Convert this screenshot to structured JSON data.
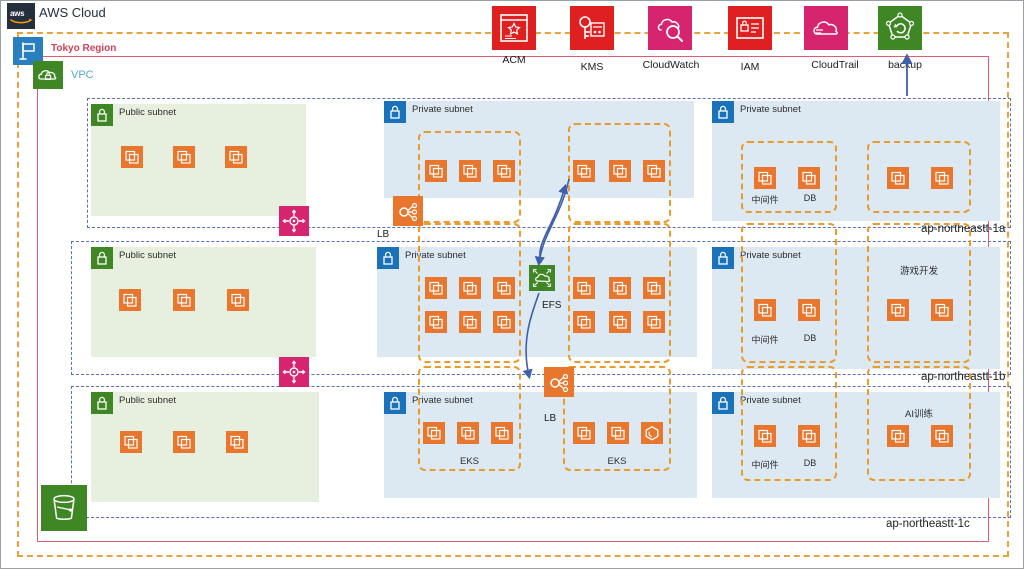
{
  "header": {
    "logo_alt": "aws",
    "title": "AWS Cloud"
  },
  "region": {
    "label": "Tokyo Region",
    "icon": "region-flag-icon",
    "vpc_label": "VPC",
    "vpc_icon": "vpc-cloud-icon"
  },
  "services": [
    {
      "name": "ACM",
      "icon": "acm-certificate-icon",
      "color": "#e02020"
    },
    {
      "name": "KMS",
      "icon": "kms-key-icon",
      "color": "#e02020"
    },
    {
      "name": "CloudWatch",
      "icon": "cloudwatch-icon",
      "color": "#d6246e"
    },
    {
      "name": "IAM",
      "icon": "iam-lock-icon",
      "color": "#e02020"
    },
    {
      "name": "CloudTrail",
      "icon": "cloudtrail-icon",
      "color": "#d6246e"
    },
    {
      "name": "backup",
      "icon": "backup-icon",
      "color": "#3f8624"
    }
  ],
  "availability_zones": [
    {
      "id": "az-a",
      "label": "ap-northeastt-1a"
    },
    {
      "id": "az-b",
      "label": "ap-northeastt-1b"
    },
    {
      "id": "az-c",
      "label": "ap-northeastt-1c"
    }
  ],
  "subnets": {
    "public_label": "Public subnet",
    "private_label": "Private subnet"
  },
  "rows": [
    {
      "az": "ap-northeastt-1a",
      "public": {
        "label": "Public subnet",
        "instances": 3
      },
      "private_mid": {
        "label": "Private subnet",
        "groups": [
          {
            "label": "",
            "instances": 3
          },
          {
            "label": "",
            "instances": 3
          }
        ]
      },
      "private_right": {
        "label": "Private subnet",
        "groups": [
          {
            "label": "",
            "instances": 2,
            "captions": [
              "中间件",
              "DB"
            ]
          },
          {
            "label": "",
            "instances": 2,
            "captions": [
              "",
              ""
            ]
          }
        ]
      }
    },
    {
      "az": "ap-northeastt-1b",
      "public": {
        "label": "Public subnet",
        "instances": 3
      },
      "private_mid": {
        "label": "Private subnet",
        "groups": [
          {
            "label": "",
            "instances": 6
          },
          {
            "label": "",
            "instances": 6
          }
        ]
      },
      "private_right": {
        "label": "Private subnet",
        "groups": [
          {
            "label": "",
            "instances": 2,
            "captions": [
              "中间件",
              "DB"
            ]
          },
          {
            "label": "游戏开发",
            "instances": 2,
            "captions": [
              "",
              ""
            ]
          }
        ]
      }
    },
    {
      "az": "ap-northeastt-1c",
      "public": {
        "label": "Public subnet",
        "instances": 3
      },
      "private_mid": {
        "label": "Private subnet",
        "groups": [
          {
            "label": "EKS",
            "instances": 3
          },
          {
            "label": "EKS",
            "instances": 3
          }
        ]
      },
      "private_right": {
        "label": "Private subnet",
        "groups": [
          {
            "label": "",
            "instances": 2,
            "captions": [
              "中间件",
              "DB"
            ]
          },
          {
            "label": "AI训练",
            "instances": 2,
            "captions": [
              "",
              ""
            ]
          }
        ]
      }
    }
  ],
  "nodes": {
    "nat_label": "",
    "lb_top_label": "LB",
    "lb_bottom_label": "LB",
    "efs_label": "EFS",
    "s3_label": ""
  },
  "colors": {
    "aws_navy": "#232f3e",
    "orange": "#e8762d",
    "group_orange": "#e89c2c",
    "green": "#3f8624",
    "blue": "#1a72ba",
    "pink": "#d6246e",
    "public_bg": "#e7f0df",
    "private_bg": "#dce9f3",
    "az_dash": "#5b6fb5",
    "region_pink": "#e05c72",
    "cloud_yellow": "#e8a33d"
  }
}
